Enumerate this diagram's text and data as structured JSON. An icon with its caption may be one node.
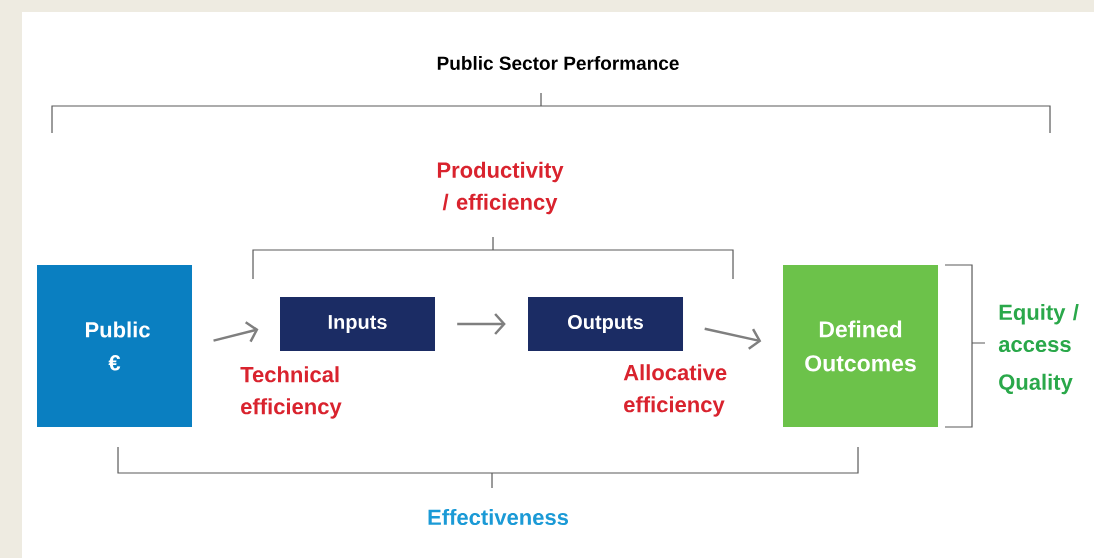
{
  "diagram": {
    "title": "Public Sector Performance",
    "nodes": [
      {
        "text": [
          "Public €"
        ]
      },
      {
        "text": [
          "Inputs"
        ]
      },
      {
        "text": [
          "Outputs"
        ]
      },
      {
        "text": [
          "Defined Outcomes"
        ]
      }
    ],
    "edges": [
      {
        "from": 0,
        "to": 1,
        "arrow": "to"
      },
      {
        "from": 1,
        "to": 2,
        "arrow": "to"
      },
      {
        "from": 2,
        "to": 3,
        "arrow": "to"
      }
    ],
    "labels": [
      "Productivity / efficiency",
      "Technical efficiency",
      "Allocative efficiency",
      "Equity / access",
      "Quality",
      "Effectiveness"
    ]
  }
}
